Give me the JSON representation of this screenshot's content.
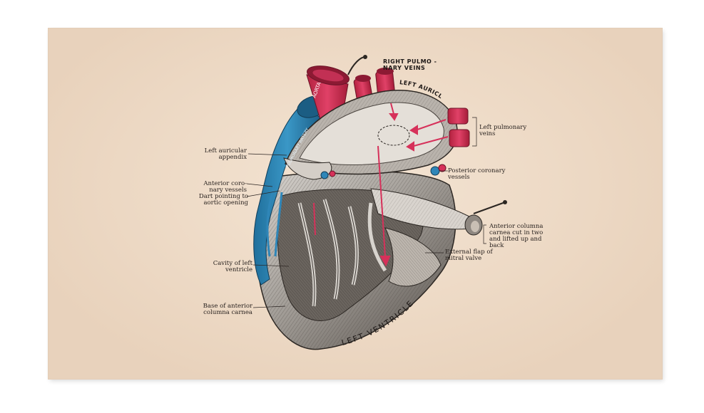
{
  "labels": {
    "right_pulmonary_veins": "RIGHT PULMO -\nNARY VEINS",
    "left_auricle": "LEFT AURICLE",
    "aorta": "AORTA",
    "pulmonary_artery": "PULMONARY ARTERY",
    "left_pulmonary_veins": "Left pulmonary\nveins",
    "left_auricular_appendix": "Left auricular\nappendix",
    "posterior_coronary_vessels": "Posterior coronary\nvessels",
    "anterior_coronary_vessels": "Anterior coro-\nnary vessels",
    "dart_pointing": "Dart pointing to\naortic opening",
    "anterior_columna": "Anterior columna\ncarnea cut in two\nand lifted up and\nback",
    "external_flap": "External flap of\nmitral valve",
    "cavity_left_ventricle": "Cavity of left\nventricle",
    "base_anterior_columna": "Base of anterior\ncolumna carnea",
    "left_ventricle": "LEFT VENTRICLE"
  },
  "colors": {
    "paper": "#eed9c4",
    "artery_red": "#d6315a",
    "vein_blue": "#2f86b8",
    "ink": "#2a2320"
  }
}
